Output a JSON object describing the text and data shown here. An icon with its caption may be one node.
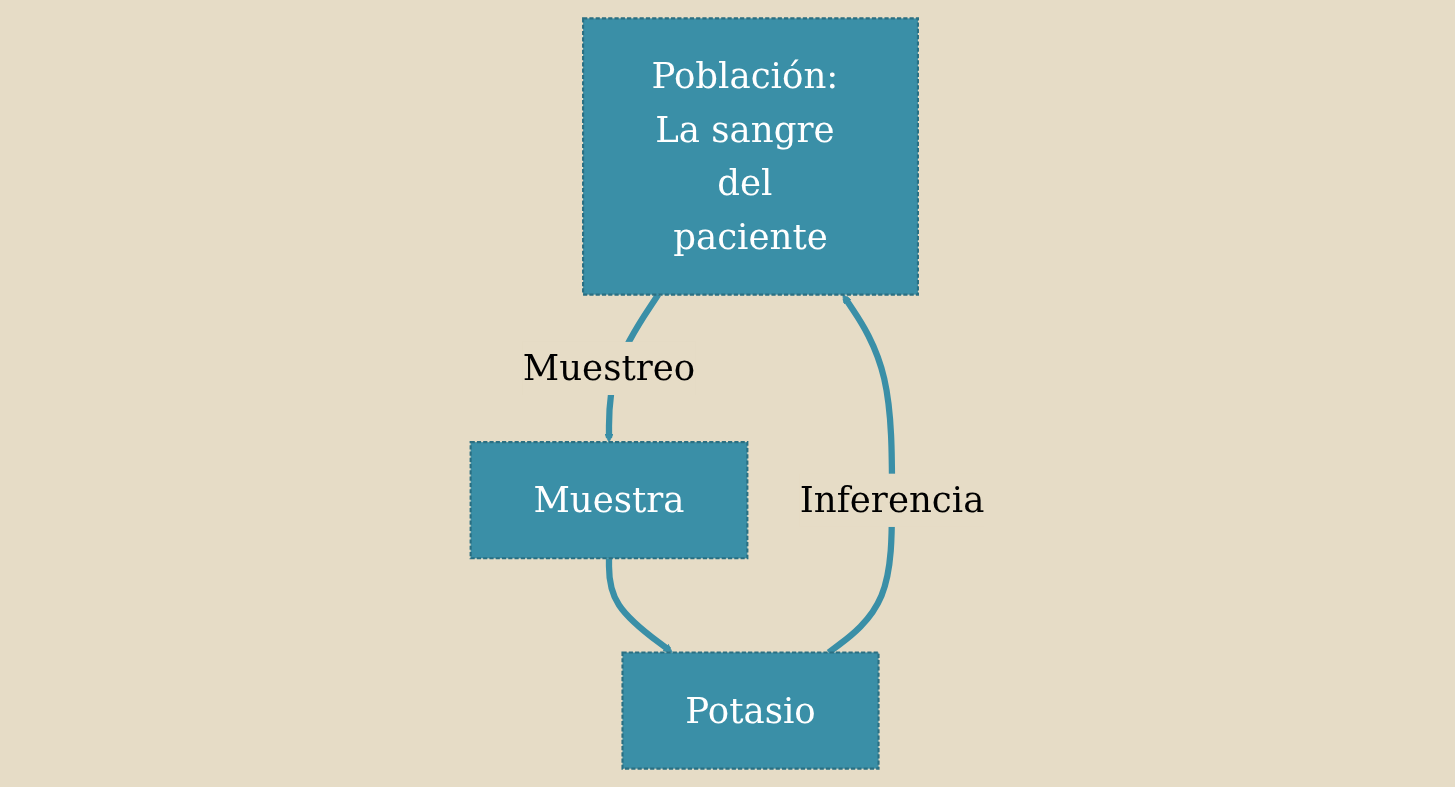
{
  "diagram": {
    "nodes": [
      {
        "text": [
          "Población: La sangre del paciente"
        ]
      },
      {
        "text": [
          "Muestra"
        ]
      },
      {
        "text": [
          "Potasio"
        ]
      }
    ],
    "edges": [
      {
        "from": 0,
        "to": 1,
        "arrow": "to",
        "label": "Muestreo"
      },
      {
        "from": 1,
        "to": 2,
        "arrow": "to"
      },
      {
        "from": 2,
        "to": 0,
        "arrow": "to",
        "label": "Inferencia"
      }
    ]
  }
}
